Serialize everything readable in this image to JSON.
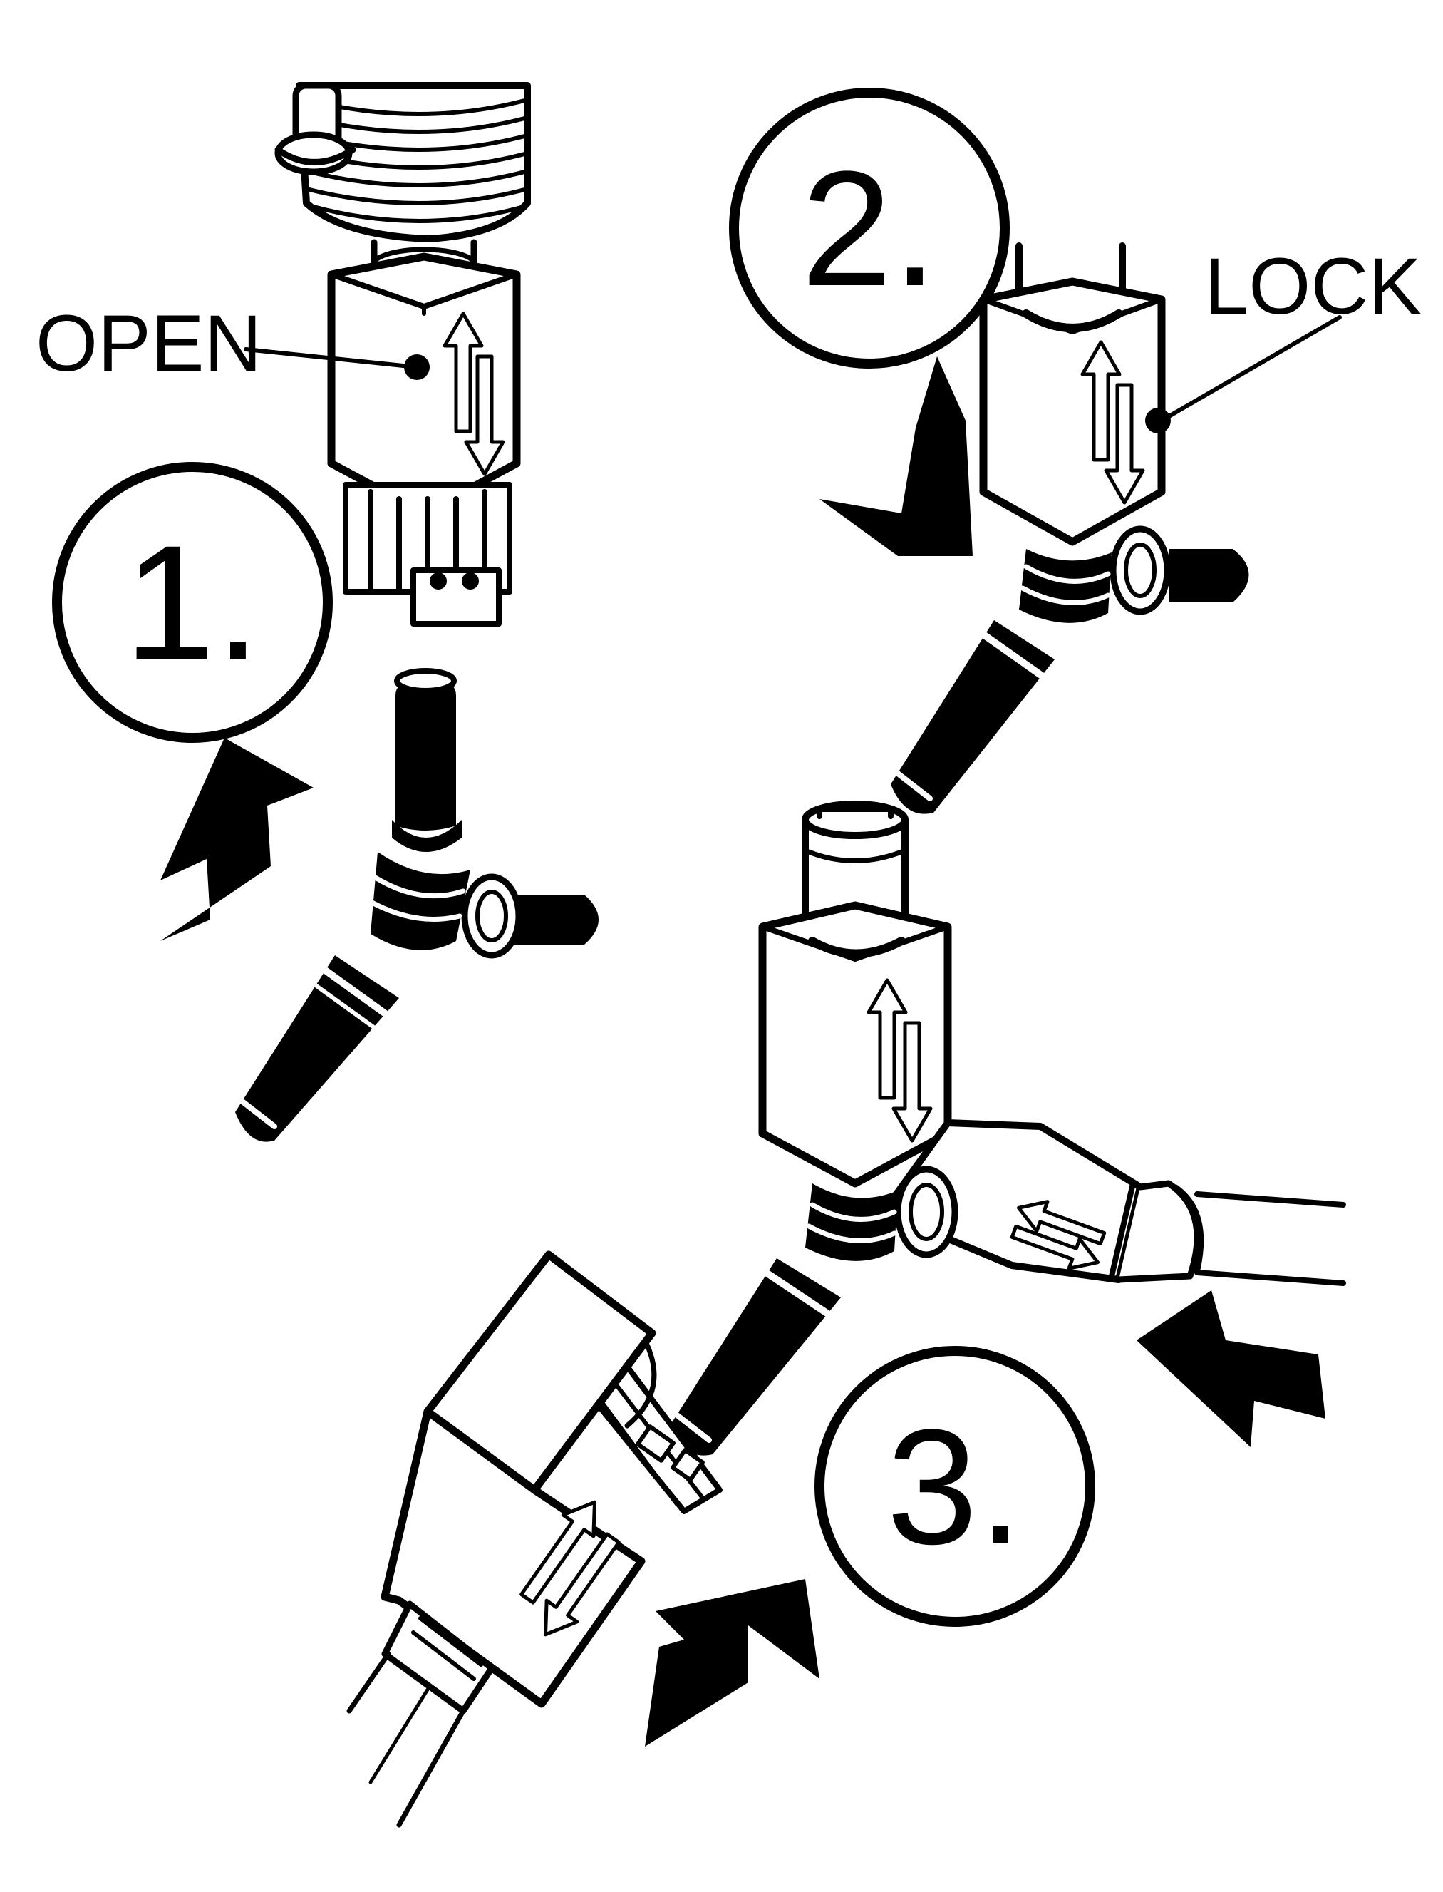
{
  "steps": [
    {
      "number": "1."
    },
    {
      "number": "2."
    },
    {
      "number": "3."
    }
  ],
  "labels": {
    "open": "OPEN",
    "lock": "LOCK"
  },
  "icons": [
    "up-down-arrow-icon",
    "left-right-arrow-icon",
    "direction-arrow-icon"
  ],
  "colors": {
    "ink": "#000000",
    "paper": "#ffffff"
  }
}
